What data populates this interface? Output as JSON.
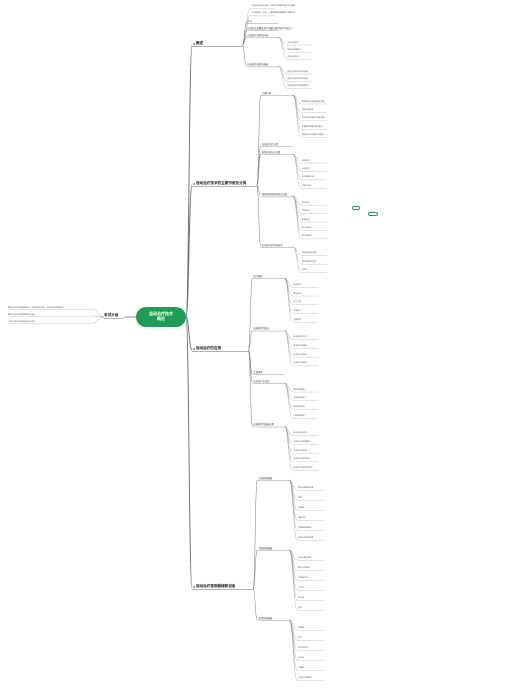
{
  "root": {
    "title": "运动治疗技术\n概论"
  },
  "left": {
    "branch": {
      "title": "考试大纲"
    },
    "children": [
      "掌握 运动治疗的基本概念，运动治疗的分类，运动治疗的应用原则",
      "熟悉 运动治疗的常用器械与设备",
      "了解 运动治疗的发展历史与现状"
    ]
  },
  "branches": [
    {
      "title": "概述",
      "children": [
        "运动治疗是以运动学、生物力学和神经发育学为基础",
        "以改善躯体、生理、心理和精神功能障碍为主要目标",
        "定义",
        "运动疗法是康复治疗中最主要的治疗手段之一",
        "运动治疗技术的内容",
        "关节活动技术",
        "软组织牵伸技术",
        "肌力训练技术",
        "运动治疗技术的发展",
        "国外运动治疗技术的发展",
        "国内运动治疗技术的发展",
        "运动治疗技术的发展趋势"
      ]
    },
    {
      "title": "运动治疗技术的主要作用及分类",
      "children": [
        "主要作用",
        "维持和改善运动器官的功能",
        "增强心肺功能",
        "促进代偿功能的形成和发展",
        "提高神经系统的调节能力",
        "增强内分泌系统的代谢能力",
        "运动治疗的分类",
        "按照运动方式分类",
        "被动运动",
        "主动运动",
        "主动-辅助运动",
        "抗阻力运动",
        "按照肌肉收缩的形式分类",
        "等长运动",
        "等张运动",
        "等速运动",
        "向心性收缩",
        "离心性收缩",
        "运动治疗的常用技术",
        "常规运动治疗技术",
        "神经生理治疗技术",
        "新技术"
      ],
      "tags": [
        "重点",
        "易考点"
      ]
    },
    {
      "title": "运动治疗的应用",
      "children": [
        "治疗原则",
        "因人而异",
        "循序渐进",
        "持之以恒",
        "主动参与",
        "全面锻炼",
        "运动治疗的处方",
        "运动治疗的方式",
        "运动治疗的强度",
        "运动治疗的时间",
        "运动治疗的频率",
        "注意事项",
        "适应证与禁忌证",
        "神经系统疾病",
        "运动器官疾病",
        "内脏器官疾病",
        "代谢障碍疾病",
        "运动治疗的临床应用",
        "运动治疗前评估",
        "运动治疗方案的制订",
        "运动治疗的实施",
        "运动治疗的效果评价",
        "运动治疗中的安全监护"
      ]
    },
    {
      "title": "运动治疗常用器械和设备",
      "children": [
        "上肢训练器械",
        "肩关节回旋训练器",
        "肩梯",
        "体操棒",
        "滑轮吊环",
        "前臂旋转训练器",
        "腕关节屈伸训练器",
        "下肢训练器械",
        "股四头肌训练器",
        "踝关节训练器",
        "功率自行车",
        "平行杠",
        "助行器",
        "拐杖",
        "全身训练器械",
        "训练床",
        "肋木",
        "姿势矫正镜",
        "站立架",
        "平衡板",
        "减重步行训练器"
      ]
    }
  ],
  "colors": {
    "root": "#1f9d55",
    "branch_line": "#6b6b6b",
    "mark": "#e8554e",
    "warn": "#f0a020"
  }
}
